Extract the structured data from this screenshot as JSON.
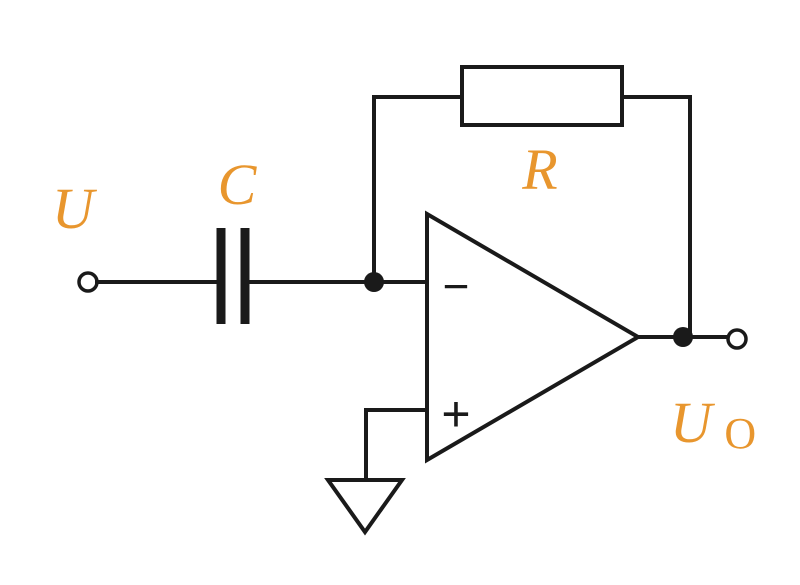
{
  "labels": {
    "input": "U",
    "capacitor": "C",
    "resistor": "R",
    "output_main": "U",
    "output_sub": "O"
  },
  "opamp": {
    "inverting_sign": "−",
    "noninverting_sign": "+"
  },
  "colors": {
    "label": "#e8962e",
    "line": "#1a1a1a",
    "background": "#ffffff"
  }
}
